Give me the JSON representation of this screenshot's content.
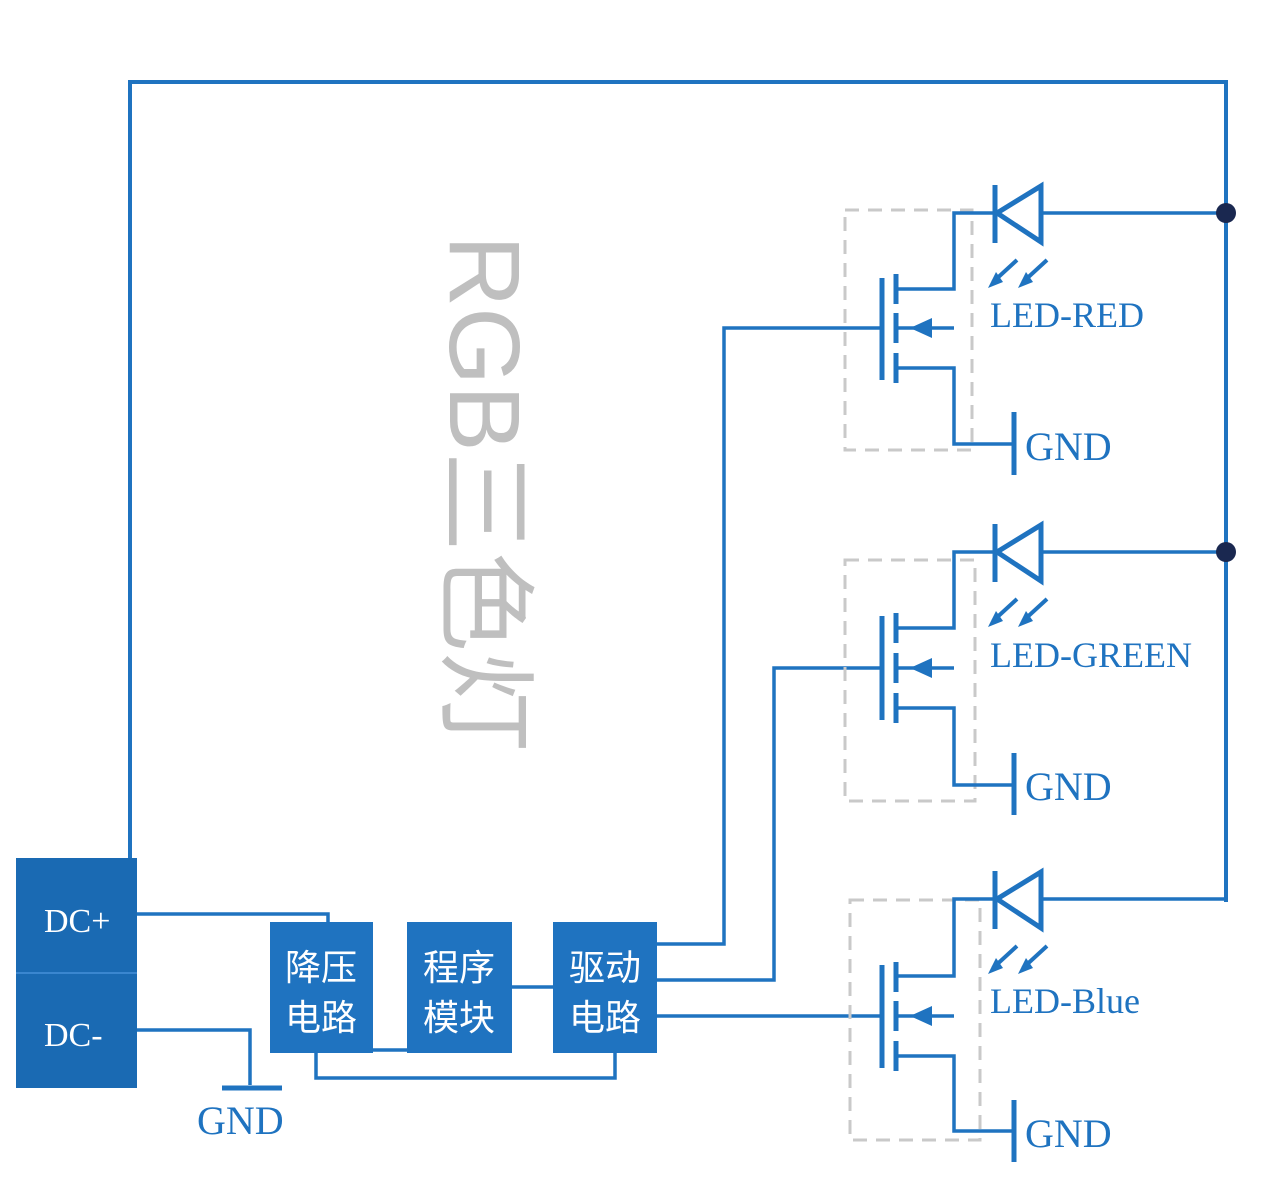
{
  "diagram": {
    "title": "RGB三色灯",
    "power": {
      "positive_label": "DC+",
      "negative_label": "DC-",
      "ground_label": "GND"
    },
    "modules": [
      {
        "line1": "降压",
        "line2": "电路"
      },
      {
        "line1": "程序",
        "line2": "模块"
      },
      {
        "line1": "驱动",
        "line2": "电路"
      }
    ],
    "channels": [
      {
        "led_label": "LED-RED",
        "ground_label": "GND"
      },
      {
        "led_label": "LED-GREEN",
        "ground_label": "GND"
      },
      {
        "led_label": "LED-Blue",
        "ground_label": "GND"
      }
    ],
    "colors": {
      "wire": "#1f73c0",
      "module_fill": "#1f73c0",
      "junction": "#1a2850",
      "mosfet_outline": "#c9c9c9",
      "title": "#bfbfbf"
    }
  }
}
